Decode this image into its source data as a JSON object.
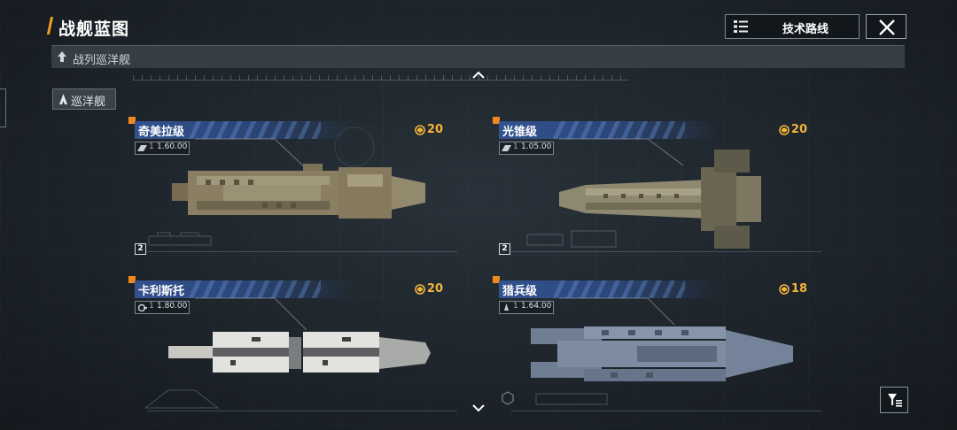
{
  "header": {
    "title": "战舰蓝图",
    "tech_button_label": "技术路线",
    "close_label": "close"
  },
  "category_bar": {
    "label": "战列巡洋舰"
  },
  "sub_tab": {
    "label": "巡洋舰"
  },
  "accent_colors": {
    "orange": "#f08a1e",
    "score_gold": "#f4b43a",
    "banner_blue": "#345496"
  },
  "ships": [
    {
      "name": "奇美拉级",
      "score": "20",
      "stat_index": "1",
      "stat_value": "1.60.00",
      "badge": "2",
      "stat_icon": "ship-class-icon"
    },
    {
      "name": "光锥级",
      "score": "20",
      "stat_index": "1",
      "stat_value": "1.05.00",
      "badge": "2",
      "stat_icon": "ship-class-icon"
    },
    {
      "name": "卡利斯托",
      "score": "20",
      "stat_index": "1",
      "stat_value": "1.80.00",
      "badge": "",
      "stat_icon": "turret-icon"
    },
    {
      "name": "猎兵级",
      "score": "18",
      "stat_index": "1",
      "stat_value": "1.64.00",
      "badge": "",
      "stat_icon": "missile-icon"
    }
  ],
  "icons": {
    "tech_button": "list-icon",
    "close": "close-icon",
    "category": "battlecruiser-icon",
    "sub_tab": "cruiser-icon",
    "score": "command-point-icon",
    "scroll_up": "chevron-up-icon",
    "scroll_down": "chevron-down-icon",
    "filter": "filter-icon"
  }
}
